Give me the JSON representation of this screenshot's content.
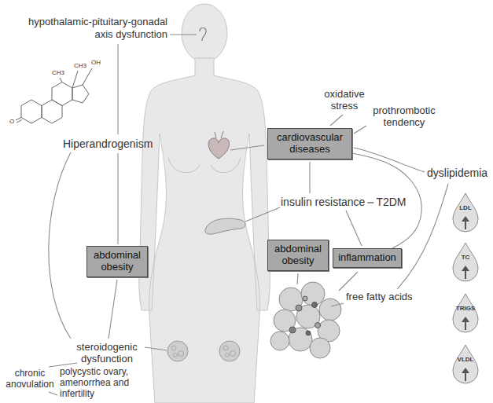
{
  "diagram": {
    "nodes": [
      {
        "text": [
          "cardiovascular diseases"
        ]
      },
      {
        "text": [
          "LDL"
        ]
      },
      {
        "text": [
          "abdominal obesity"
        ]
      },
      {
        "text": [
          "abdominal obesity"
        ]
      },
      {
        "text": [
          "inflammation"
        ]
      },
      {
        "text": [
          "TC"
        ]
      },
      {
        "text": [
          "TRIGS"
        ]
      },
      {
        "text": [
          "VLDL"
        ]
      }
    ],
    "edges": [
      {
        "from": 0,
        "to": 4,
        "arrow": "none"
      }
    ],
    "labels": [
      "hypothalamic-pituitary-gonadal axis dysfunction",
      "OH",
      "CH3",
      "CH3",
      "O",
      "oxidative stress",
      "prothrombotic tendency",
      "Hiperandrogenism",
      "dyslipidemia",
      "insulin resistance",
      "T2DM",
      "free fatty acids",
      "steroidogenic dysfunction",
      "chronic anovulation",
      "polycystic ovary, amenorrhea and infertility"
    ]
  }
}
